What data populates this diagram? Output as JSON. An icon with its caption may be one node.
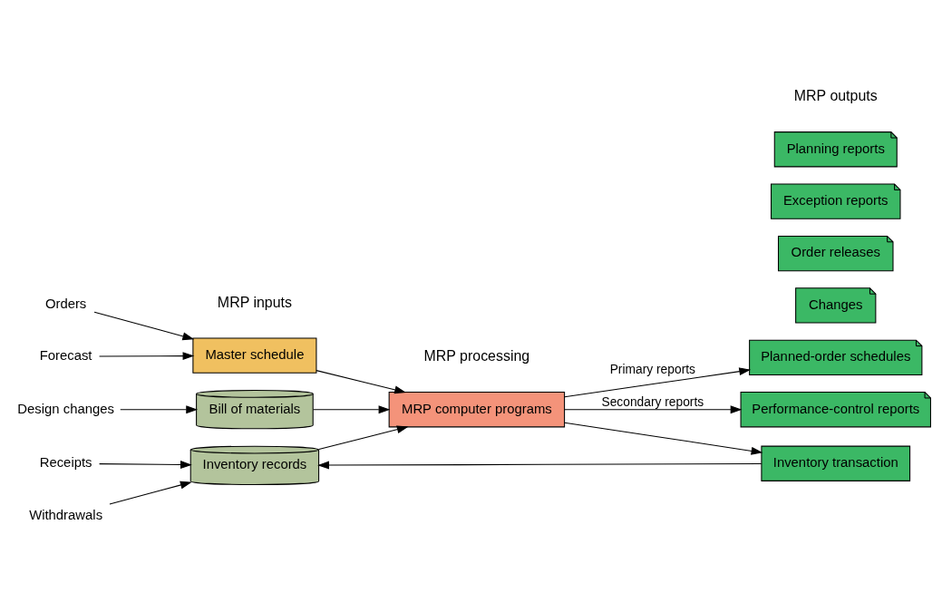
{
  "diagram": {
    "nodes": [
      {
        "text": [
          "Orders"
        ]
      },
      {
        "text": [
          "Forecast"
        ]
      },
      {
        "text": [
          "Master schedule"
        ]
      },
      {
        "text": [
          "Design changes"
        ]
      },
      {
        "text": [
          "Bill of materials"
        ]
      },
      {
        "text": [
          "Receipts"
        ]
      },
      {
        "text": [
          "Withdrawals"
        ]
      },
      {
        "text": [
          "Inventory records"
        ]
      },
      {
        "text": [
          "MRP computer programs"
        ]
      },
      {
        "text": [
          "Changes"
        ]
      },
      {
        "text": [
          "Order releases"
        ]
      },
      {
        "text": [
          "Planned-order schedules"
        ]
      },
      {
        "text": [
          "Exception reports"
        ]
      },
      {
        "text": [
          "Planning reports"
        ]
      },
      {
        "text": [
          "Performance-control reports"
        ]
      },
      {
        "text": [
          "Inventory transaction"
        ]
      }
    ],
    "edges": [
      {
        "from": 0,
        "to": 2,
        "arrow": "to"
      },
      {
        "from": 1,
        "to": 2,
        "arrow": "to"
      },
      {
        "from": 3,
        "to": 4,
        "arrow": "to"
      },
      {
        "from": 5,
        "to": 7,
        "arrow": "to"
      },
      {
        "from": 6,
        "to": 7,
        "arrow": "to"
      },
      {
        "from": 2,
        "to": 8,
        "arrow": "to"
      },
      {
        "from": 4,
        "to": 8,
        "arrow": "to"
      },
      {
        "from": 7,
        "to": 8,
        "arrow": "to"
      },
      {
        "from": 8,
        "to": 11,
        "arrow": "to",
        "label": "Primary reports"
      },
      {
        "from": 8,
        "to": 14,
        "arrow": "to",
        "label": "Secondary reports"
      },
      {
        "from": 8,
        "to": 15,
        "arrow": "to"
      },
      {
        "from": 15,
        "to": 7,
        "arrow": "to"
      }
    ],
    "labels": [
      "MRP inputs",
      "MRP processing",
      "MRP outputs"
    ]
  }
}
